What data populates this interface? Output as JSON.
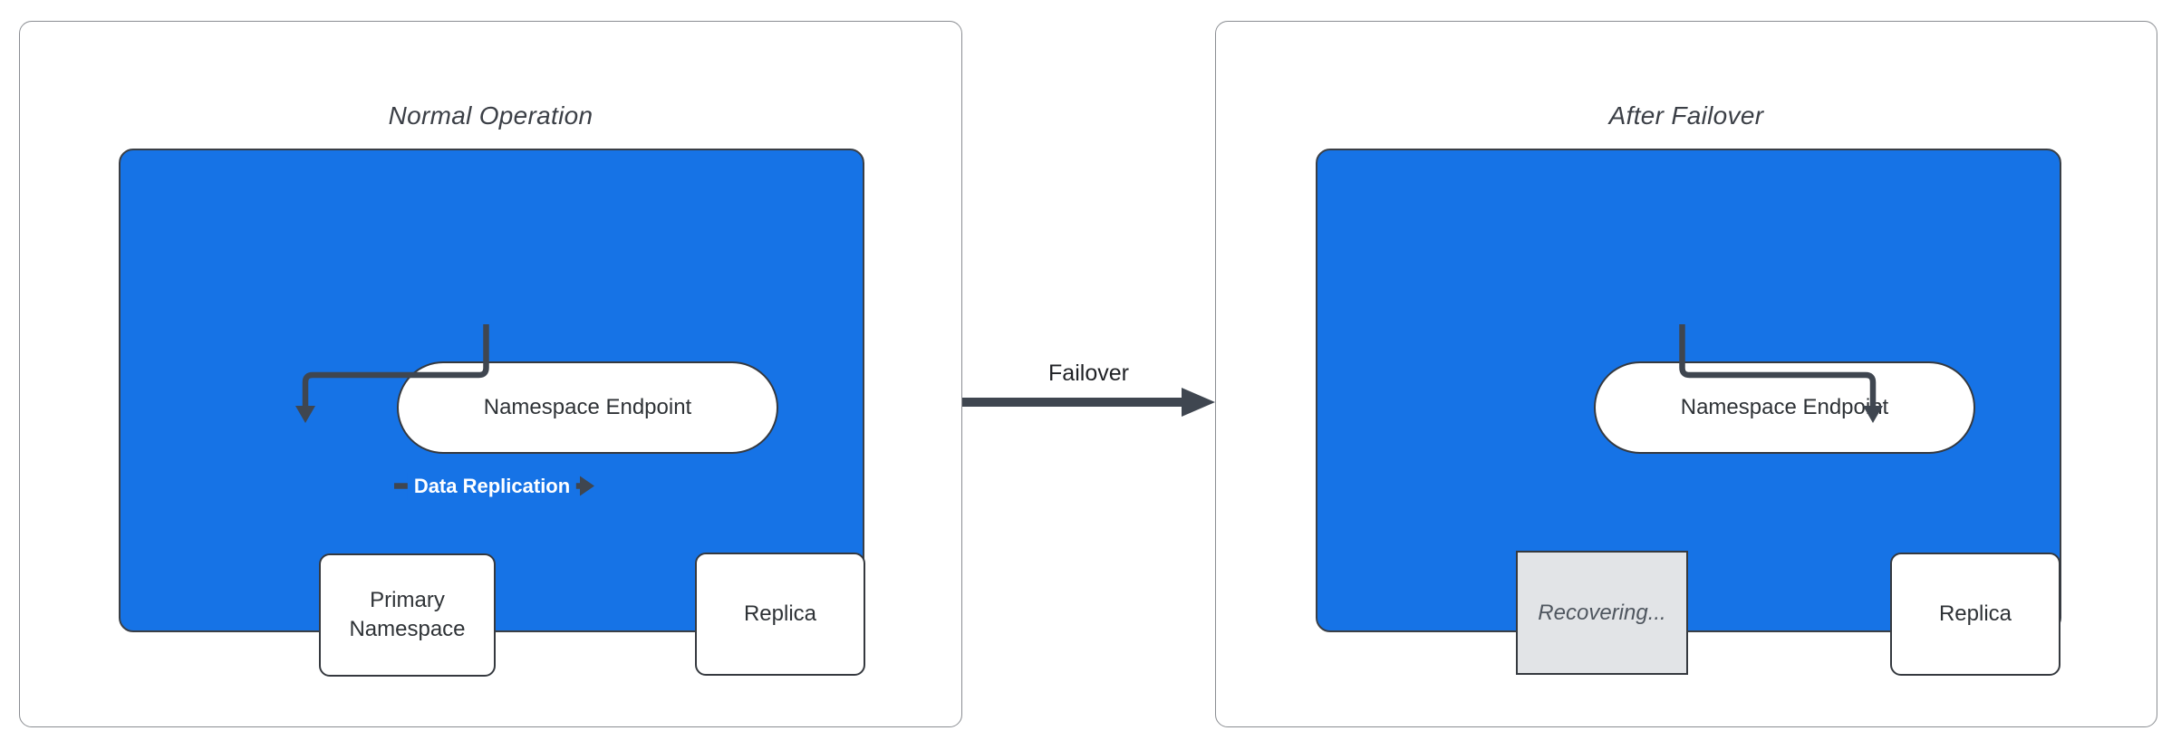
{
  "colors": {
    "container_blue": "#1673E6",
    "arrow_slate": "#3F4650",
    "panel_border": "#8A8D92",
    "node_border": "#35393F",
    "recovering_fill": "#E2E4E7",
    "recovering_text": "#4F565F",
    "title_text": "#3B3F46",
    "node_text": "#2E3236",
    "edge_label_white": "#FFFFFF"
  },
  "left_panel": {
    "title": "Normal Operation",
    "endpoint_label": "Namespace Endpoint",
    "primary_label": "Primary Namespace",
    "replica_label": "Replica",
    "replication_label": "Data Replication"
  },
  "transition": {
    "label": "Failover"
  },
  "right_panel": {
    "title": "After Failover",
    "endpoint_label": "Namespace Endpoint",
    "recovering_label": "Recovering...",
    "replica_label": "Replica"
  }
}
